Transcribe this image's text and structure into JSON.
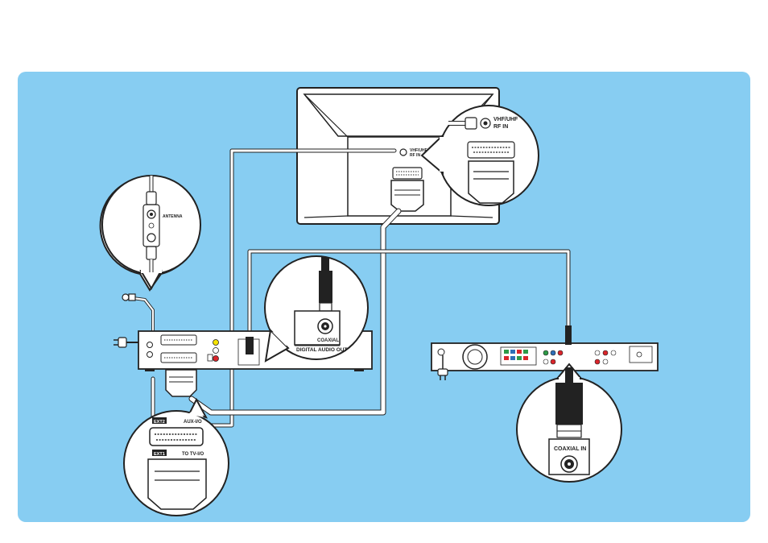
{
  "colors": {
    "background": "#87CDF2",
    "device": "#ffffff",
    "outline": "#222222",
    "cable": "#ffffff",
    "jack_yellow": "#f5e300",
    "jack_red": "#d9252b",
    "jack_green": "#2d9a47",
    "jack_blue": "#2e6fb7"
  },
  "labels": {
    "tv_rf_label": "VHF/UHF\nRF IN",
    "tv_rf_small": "VHF/UHF\nRF IN",
    "antenna_label": "ANTENNA",
    "coaxial_label": "COAXIAL",
    "digital_audio_out": "DIGITAL AUDIO OUT",
    "coaxial_in": "COAXIAL IN",
    "ext2": "EXT2",
    "aux_io": "AUX-I/O",
    "ext1": "EXT1",
    "to_tv_io": "TO TV-I/O"
  },
  "icons": [
    "antenna-plug-icon",
    "power-plug-icon",
    "scart-connector-icon",
    "coaxial-jack-icon",
    "magnifier-callout-icon"
  ]
}
